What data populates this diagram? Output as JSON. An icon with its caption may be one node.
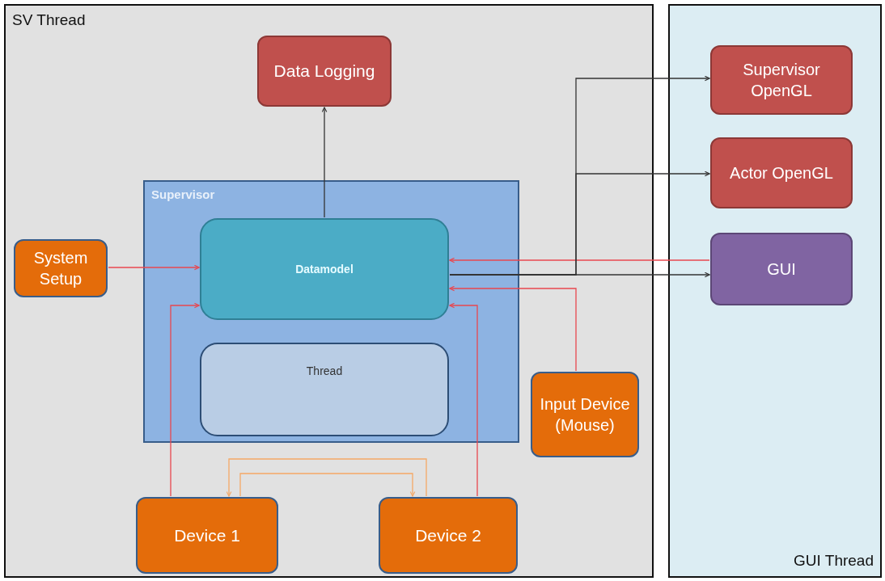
{
  "diagram": {
    "nodes": [
      {
        "text": [
          "SV Thread"
        ]
      },
      {
        "text": [
          "GUI Thread"
        ]
      },
      {
        "text": [
          "Data Logging"
        ],
        "in": 0
      },
      {
        "text": [
          "Supervisor"
        ],
        "in": 0
      },
      {
        "text": [
          "Datamodel"
        ],
        "in": 3
      },
      {
        "text": [
          "Thread"
        ],
        "in": 3
      },
      {
        "text": [
          "System Setup"
        ],
        "in": 0
      },
      {
        "text": [
          "Input Device (Mouse)"
        ],
        "in": 0
      },
      {
        "text": [
          "Device 1"
        ],
        "in": 0
      },
      {
        "text": [
          "Device 2"
        ],
        "in": 0
      },
      {
        "text": [
          "Supervisor OpenGL"
        ],
        "in": 1
      },
      {
        "text": [
          "Actor OpenGL"
        ],
        "in": 1
      },
      {
        "text": [
          "GUI"
        ],
        "in": 1
      }
    ],
    "edges": [
      {
        "from": 4,
        "to": 2,
        "arrow": "to",
        "color": "#333333"
      },
      {
        "from": 6,
        "to": 4,
        "arrow": "to"
      },
      {
        "from": 8,
        "to": 4,
        "arrow": "to"
      },
      {
        "from": 9,
        "to": 4,
        "arrow": "to"
      },
      {
        "from": 7,
        "to": 4,
        "arrow": "to"
      },
      {
        "from": 12,
        "to": 4,
        "arrow": "to"
      },
      {
        "from": 4,
        "to": 10,
        "arrow": "to",
        "color": "#333333"
      },
      {
        "from": 4,
        "to": 11,
        "arrow": "to",
        "color": "#333333"
      },
      {
        "from": 4,
        "to": 12,
        "arrow": "to",
        "color": "#333333"
      },
      {
        "from": 9,
        "to": 8,
        "arrow": "to",
        "color": "#f5a866"
      },
      {
        "from": 8,
        "to": 9,
        "arrow": "to",
        "color": "#f5a866"
      }
    ]
  }
}
